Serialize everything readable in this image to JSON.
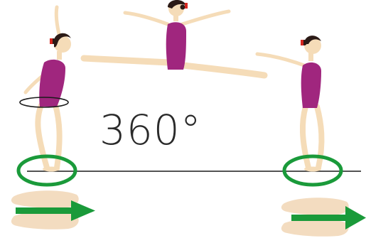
{
  "diagram": {
    "rotation_label": "360°",
    "colors": {
      "skin": "#f5dcb8",
      "skin_shade": "#e8c79c",
      "leotard": "#a0267e",
      "leotard_dark": "#7e1a63",
      "hair": "#2b1a16",
      "ribbon": "#d4261f",
      "accent_green": "#1a9a3a",
      "line": "#1a1a1a",
      "foot_print": "#f3dcc0"
    },
    "figures": [
      {
        "id": "takeoff",
        "description_icon": "gymnast-takeoff-icon"
      },
      {
        "id": "split-leap",
        "description_icon": "gymnast-split-leap-icon"
      },
      {
        "id": "landing",
        "description_icon": "gymnast-landing-icon"
      }
    ]
  }
}
